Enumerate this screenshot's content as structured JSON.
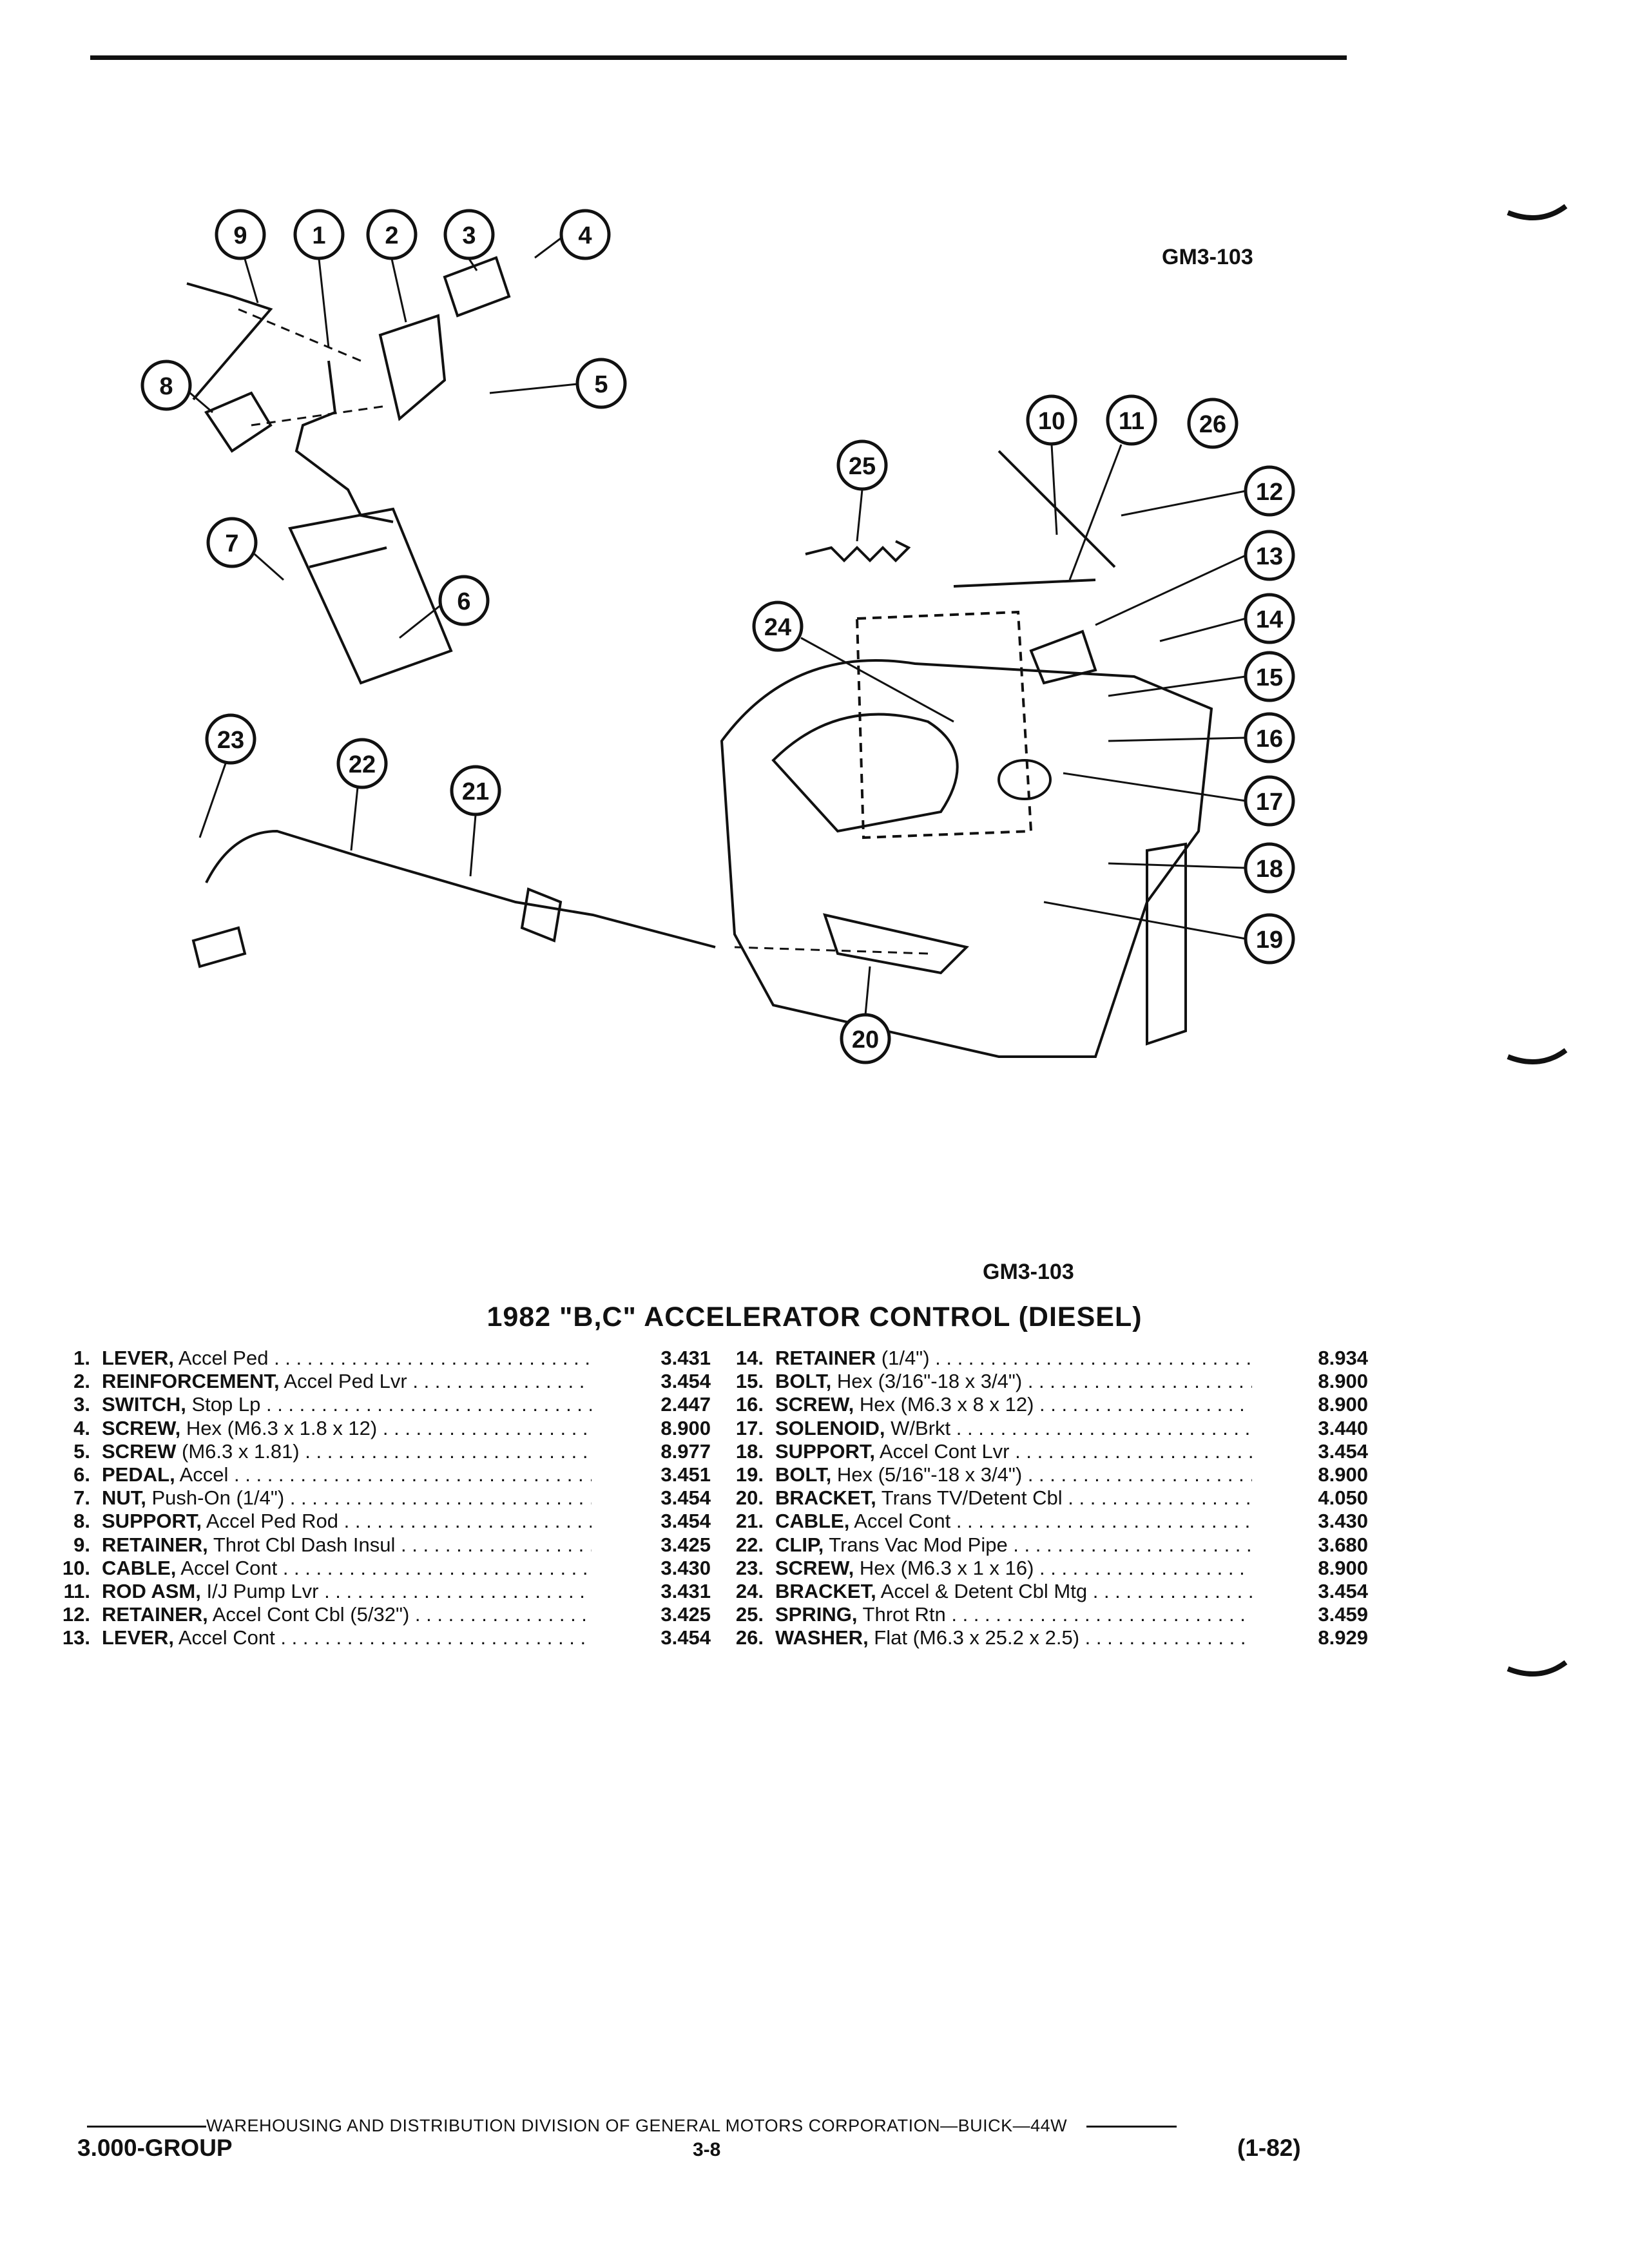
{
  "figure_code_top": "GM3-103",
  "figure_code_bottom": "GM3-103",
  "title": "1982 \"B,C\" ACCELERATOR CONTROL (DIESEL)",
  "callouts": [
    "1",
    "2",
    "3",
    "4",
    "5",
    "6",
    "7",
    "8",
    "9",
    "10",
    "11",
    "12",
    "13",
    "14",
    "15",
    "16",
    "17",
    "18",
    "19",
    "20",
    "21",
    "22",
    "23",
    "24",
    "25",
    "26"
  ],
  "parts_left": [
    {
      "num": "1.",
      "name": "LEVER,",
      "detail": " Accel Ped",
      "code": "3.431"
    },
    {
      "num": "2.",
      "name": "REINFORCEMENT,",
      "detail": " Accel Ped Lvr",
      "code": "3.454"
    },
    {
      "num": "3.",
      "name": "SWITCH,",
      "detail": " Stop Lp",
      "code": "2.447"
    },
    {
      "num": "4.",
      "name": "SCREW,",
      "detail": " Hex (M6.3 x 1.8 x 12)",
      "code": "8.900"
    },
    {
      "num": "5.",
      "name": "SCREW",
      "detail": " (M6.3 x 1.81)",
      "code": "8.977"
    },
    {
      "num": "6.",
      "name": "PEDAL,",
      "detail": " Accel",
      "code": "3.451"
    },
    {
      "num": "7.",
      "name": "NUT,",
      "detail": " Push-On (1/4\")",
      "code": "3.454"
    },
    {
      "num": "8.",
      "name": "SUPPORT,",
      "detail": " Accel Ped Rod",
      "code": "3.454"
    },
    {
      "num": "9.",
      "name": "RETAINER,",
      "detail": " Throt Cbl Dash Insul",
      "code": "3.425"
    },
    {
      "num": "10.",
      "name": "CABLE,",
      "detail": " Accel Cont",
      "code": "3.430"
    },
    {
      "num": "11.",
      "name": "ROD ASM,",
      "detail": " I/J Pump Lvr",
      "code": "3.431"
    },
    {
      "num": "12.",
      "name": "RETAINER,",
      "detail": " Accel Cont Cbl (5/32\")",
      "code": "3.425"
    },
    {
      "num": "13.",
      "name": "LEVER,",
      "detail": " Accel Cont",
      "code": "3.454"
    }
  ],
  "parts_right": [
    {
      "num": "14.",
      "name": "RETAINER",
      "detail": " (1/4\")",
      "code": "8.934"
    },
    {
      "num": "15.",
      "name": "BOLT,",
      "detail": " Hex (3/16\"-18 x 3/4\")",
      "code": "8.900"
    },
    {
      "num": "16.",
      "name": "SCREW,",
      "detail": " Hex (M6.3 x 8 x 12)",
      "code": "8.900"
    },
    {
      "num": "17.",
      "name": "SOLENOID,",
      "detail": " W/Brkt",
      "code": "3.440"
    },
    {
      "num": "18.",
      "name": "SUPPORT,",
      "detail": " Accel Cont Lvr",
      "code": "3.454"
    },
    {
      "num": "19.",
      "name": "BOLT,",
      "detail": " Hex (5/16\"-18 x 3/4\")",
      "code": "8.900"
    },
    {
      "num": "20.",
      "name": "BRACKET,",
      "detail": " Trans TV/Detent Cbl",
      "code": "4.050"
    },
    {
      "num": "21.",
      "name": "CABLE,",
      "detail": " Accel Cont",
      "code": "3.430"
    },
    {
      "num": "22.",
      "name": "CLIP,",
      "detail": " Trans Vac Mod Pipe",
      "code": "3.680"
    },
    {
      "num": "23.",
      "name": "SCREW,",
      "detail": " Hex (M6.3 x 1 x 16)",
      "code": "8.900"
    },
    {
      "num": "24.",
      "name": "BRACKET,",
      "detail": " Accel & Detent Cbl Mtg",
      "code": "3.454"
    },
    {
      "num": "25.",
      "name": "SPRING,",
      "detail": " Throt Rtn",
      "code": "3.459"
    },
    {
      "num": "26.",
      "name": "WASHER,",
      "detail": " Flat (M6.3 x 25.2 x 2.5)",
      "code": "8.929"
    }
  ],
  "footer": {
    "division": "WAREHOUSING AND DISTRIBUTION  DIVISION OF GENERAL MOTORS CORPORATION—BUICK—44W",
    "group": "3.000-GROUP",
    "page": "3-8",
    "date": "(1-82)"
  }
}
